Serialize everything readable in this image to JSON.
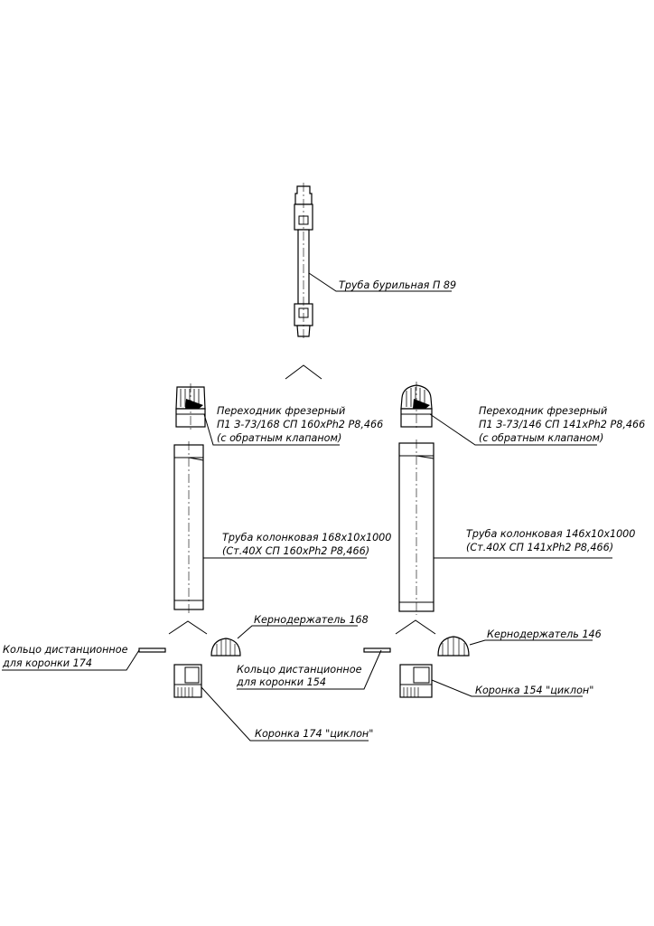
{
  "labels": {
    "drill_pipe": "Труба бурильная П 89",
    "sub_168_l1": "Переходник фрезерный",
    "sub_168_l2": "П1 З-73/168 СП 160хРh2 Р8,466",
    "sub_168_l3": "(с обратным клапаном)",
    "sub_146_l1": "Переходник фрезерный",
    "sub_146_l2": "П1 З-73/146 СП 141хРh2 Р8,466",
    "sub_146_l3": "(с обратным клапаном)",
    "core_pipe_168_l1": "Труба колонковая 168х10х1000",
    "core_pipe_168_l2": "(Ст.40Х СП 160хРh2 Р8,466)",
    "core_pipe_146_l1": "Труба колонковая 146х10х1000",
    "core_pipe_146_l2": "(Ст.40Х СП 141хРh2 Р8,466)",
    "core_holder_168": "Кернодержатель 168",
    "core_holder_146": "Кернодержатель 146",
    "ring_174_l1": "Кольцо дистанционное",
    "ring_174_l2": "для коронки 174",
    "ring_154_l1": "Кольцо дистанционное",
    "ring_154_l2": "для коронки 154",
    "crown_174": "Коронка 174 \"циклон\"",
    "crown_154": "Коронка 154 \"циклон\""
  }
}
